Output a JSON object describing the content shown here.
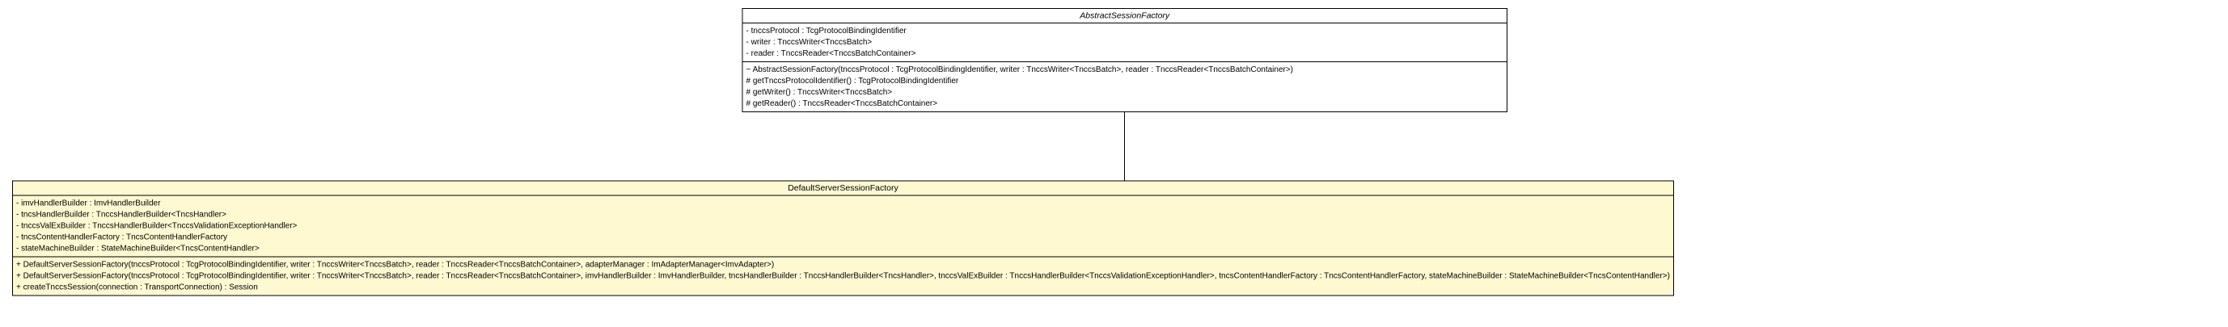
{
  "abstract_class": {
    "name": "AbstractSessionFactory",
    "attributes": [
      "- tnccsProtocol : TcgProtocolBindingIdentifier",
      "- writer : TnccsWriter<TnccsBatch>",
      "- reader : TnccsReader<TnccsBatchContainer>"
    ],
    "operations": [
      "~ AbstractSessionFactory(tnccsProtocol : TcgProtocolBindingIdentifier, writer : TnccsWriter<TnccsBatch>, reader : TnccsReader<TnccsBatchContainer>)",
      "# getTnccsProtocolIdentifier() : TcgProtocolBindingIdentifier",
      "# getWriter() : TnccsWriter<TnccsBatch>",
      "# getReader() : TnccsReader<TnccsBatchContainer>"
    ]
  },
  "derived_class": {
    "name": "DefaultServerSessionFactory",
    "attributes": [
      "- imvHandlerBuilder : ImvHandlerBuilder",
      "- tncsHandlerBuilder : TnccsHandlerBuilder<TncsHandler>",
      "- tnccsValExBuilder : TnccsHandlerBuilder<TnccsValidationExceptionHandler>",
      "- tncsContentHandlerFactory : TncsContentHandlerFactory",
      "- stateMachineBuilder : StateMachineBuilder<TncsContentHandler>"
    ],
    "operations": [
      "+ DefaultServerSessionFactory(tnccsProtocol : TcgProtocolBindingIdentifier, writer : TnccsWriter<TnccsBatch>, reader : TnccsReader<TnccsBatchContainer>, adapterManager : ImAdapterManager<ImvAdapter>)",
      "+ DefaultServerSessionFactory(tnccsProtocol : TcgProtocolBindingIdentifier, writer : TnccsWriter<TnccsBatch>, reader : TnccsReader<TnccsBatchContainer>, imvHandlerBuilder : ImvHandlerBuilder, tncsHandlerBuilder : TnccsHandlerBuilder<TncsHandler>, tnccsValExBuilder : TnccsHandlerBuilder<TnccsValidationExceptionHandler>, tncsContentHandlerFactory : TncsContentHandlerFactory, stateMachineBuilder : StateMachineBuilder<TncsContentHandler>)",
      "+ createTnccsSession(connection : TransportConnection) : Session"
    ]
  },
  "relationship": {
    "type": "generalization",
    "arrowhead": "hollow-triangle"
  }
}
